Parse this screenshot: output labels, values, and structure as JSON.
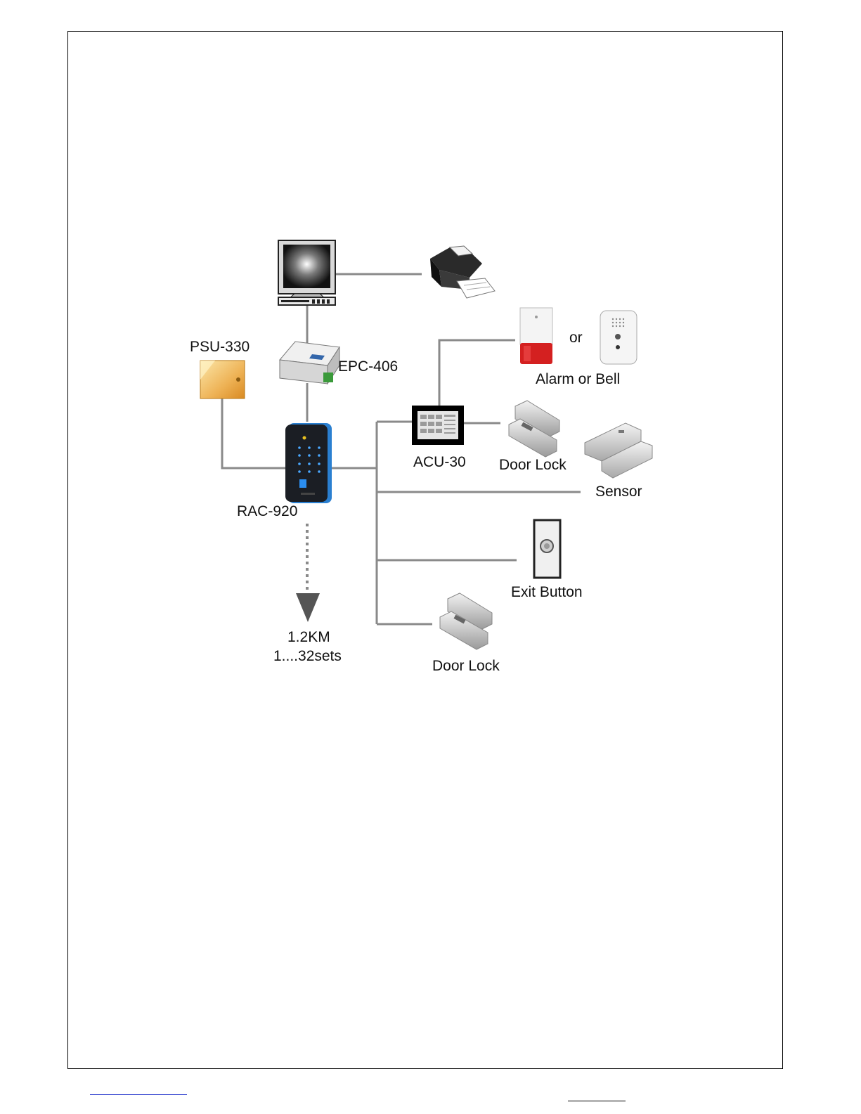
{
  "labels": {
    "psu": "PSU-330",
    "epc": "EPC-406",
    "acu": "ACU-30",
    "or": "or",
    "alarm_or_bell": "Alarm or Bell",
    "door_lock_1": "Door Lock",
    "sensor": "Sensor",
    "rac": "RAC-920",
    "exit_button": "Exit Button",
    "door_lock_2": "Door Lock",
    "distance": "1.2KM",
    "sets": "1....32sets"
  },
  "colors": {
    "wire": "#8a8a8a",
    "psu_body": "#e8a63c",
    "alarm_red": "#d42020",
    "reader_body": "#1b1e24",
    "reader_edge": "#2a7fd0"
  }
}
